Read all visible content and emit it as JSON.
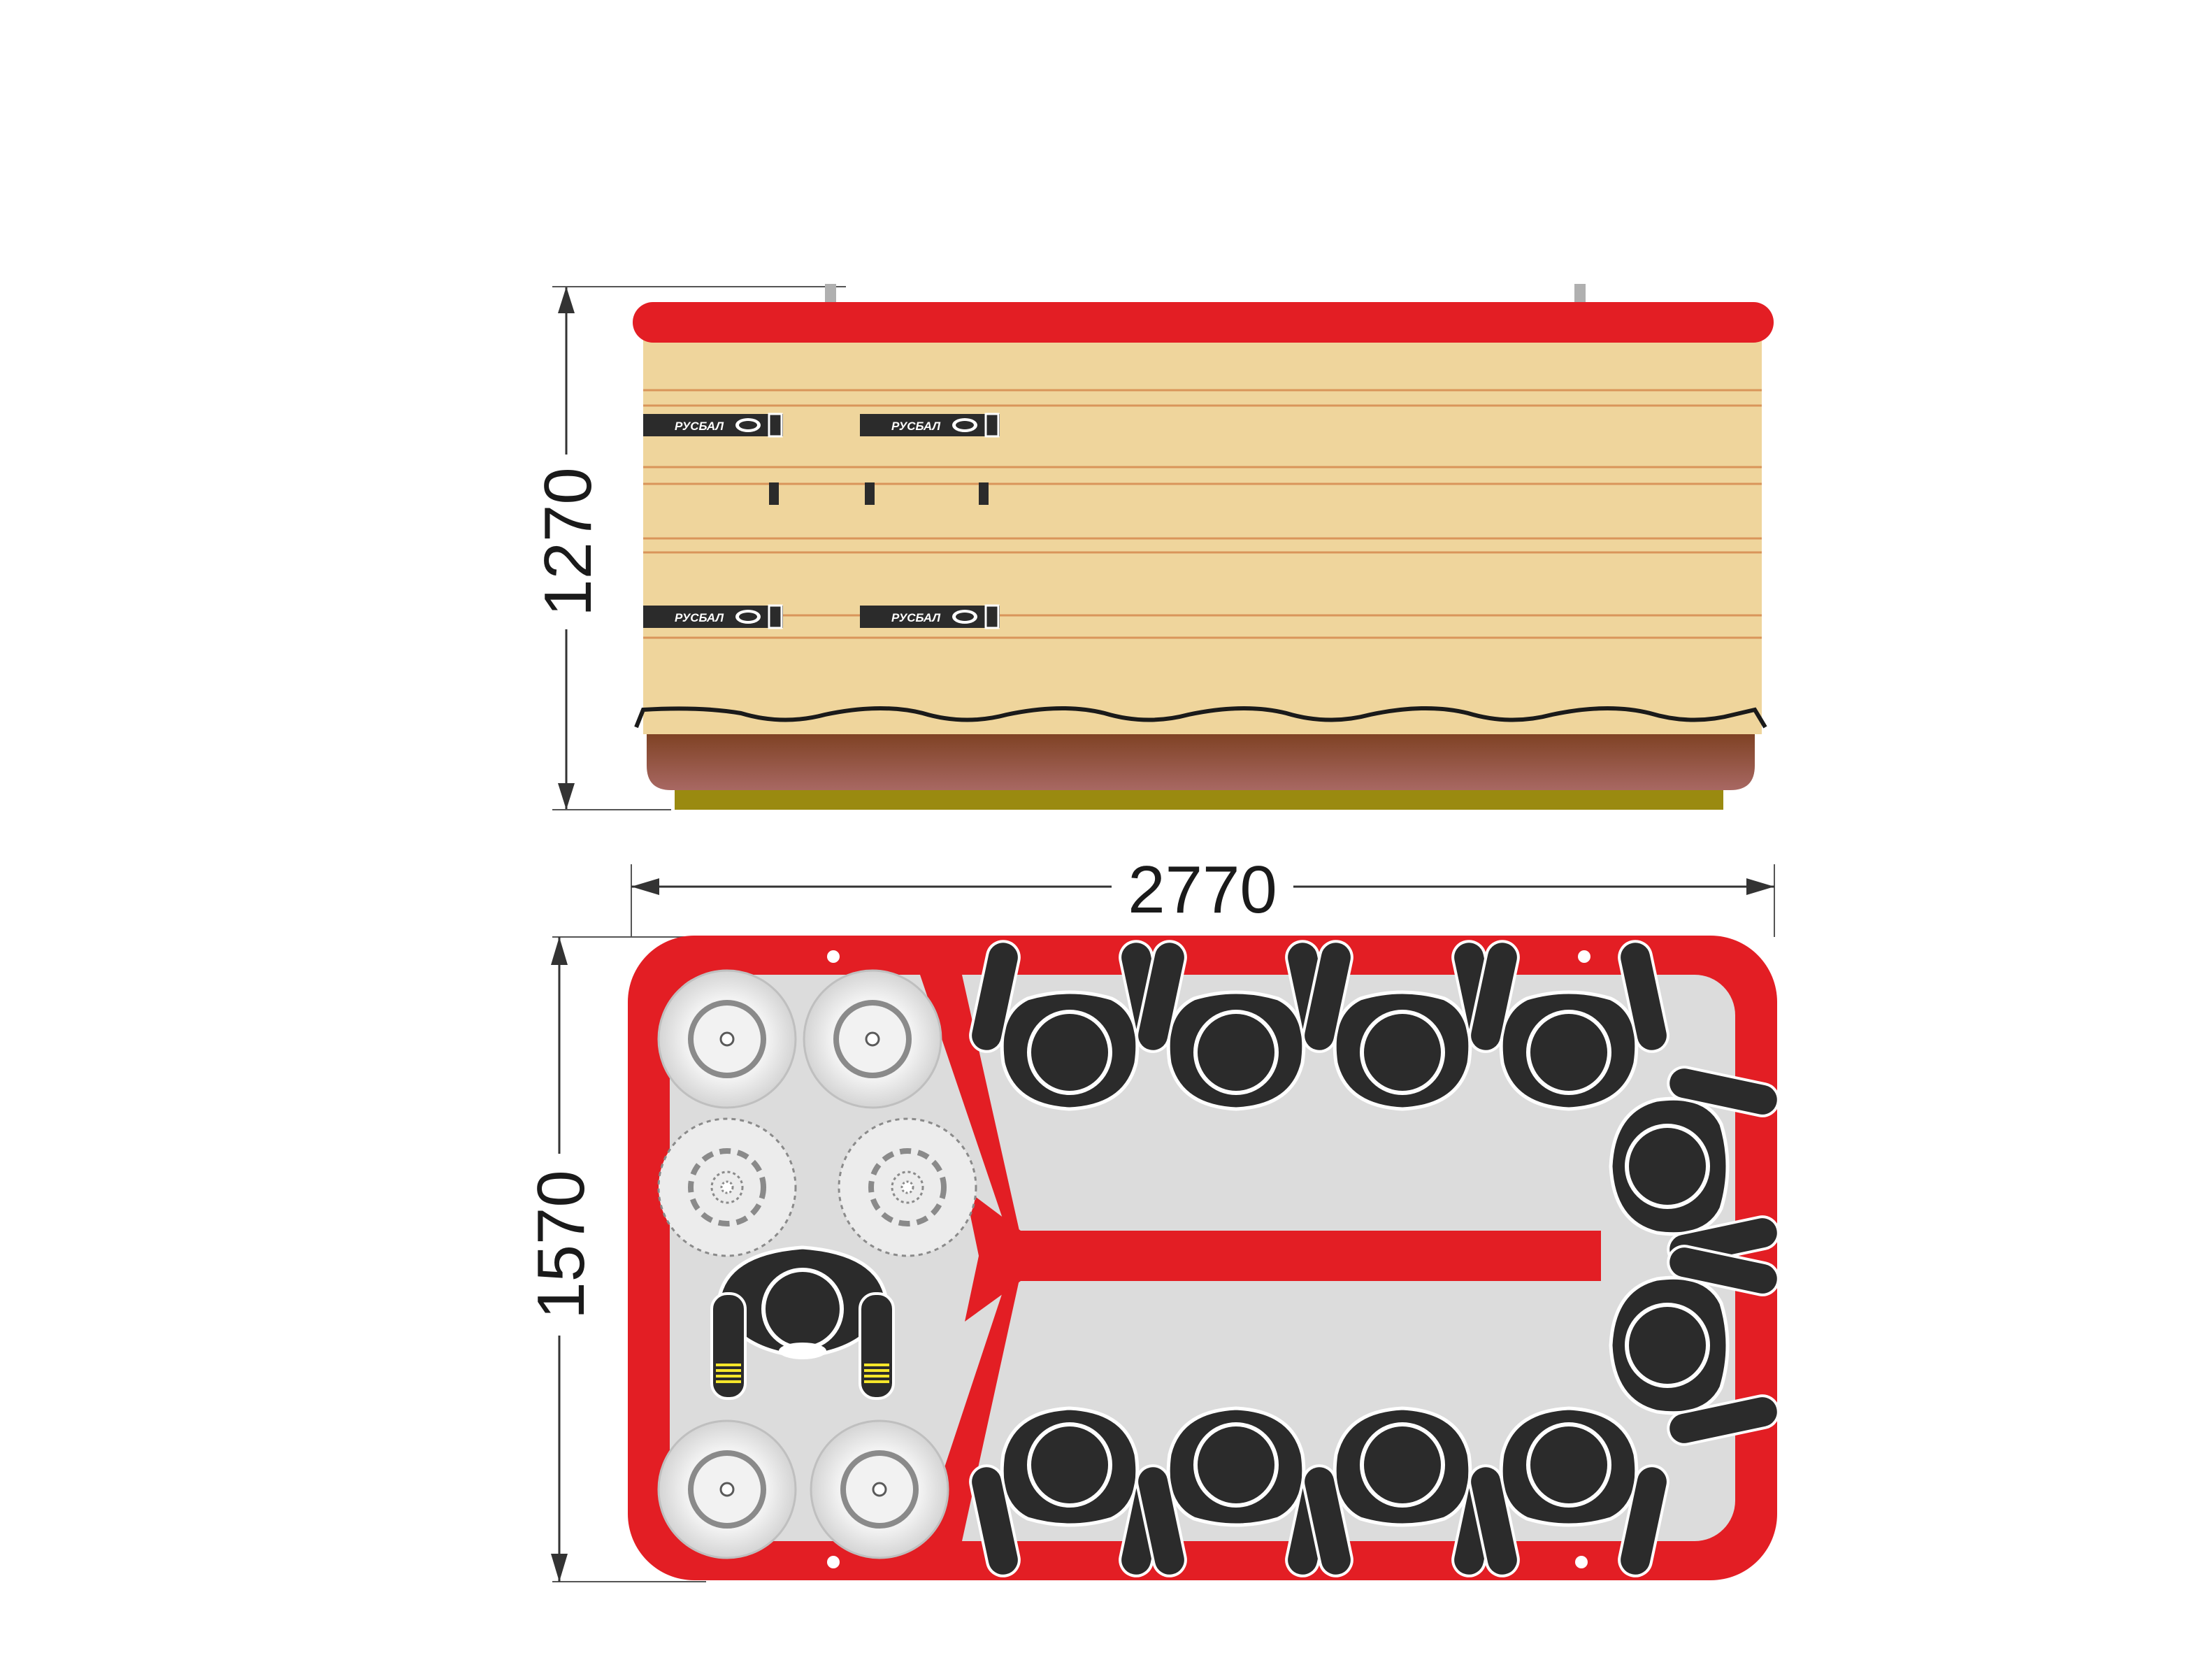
{
  "dimensions": {
    "height_side": "1270",
    "width": "2770",
    "depth_top": "1570"
  },
  "logo": {
    "text": "РУСБАЛ"
  },
  "colors": {
    "rim_red": "#e31e24",
    "wood": "#efd59c",
    "plank_line": "#d9955a",
    "base_top": "#7a3d1c",
    "base_bottom": "#a05f5a",
    "plinth": "#9a8a10",
    "deck_grey": "#dcdcdc",
    "figure": "#2b2b2b",
    "wheel_light": "#ececec",
    "stripe_yellow": "#f5e62a"
  },
  "icons": {
    "rower": "seated-person-icon",
    "driver": "standing-person-icon",
    "wheel": "wheel-icon"
  },
  "diagram_data": {
    "type": "technical-drawing",
    "views": [
      "side-elevation",
      "top-plan"
    ],
    "rowers_top_row": 4,
    "rowers_bottom_row": 4,
    "rowers_stern": 2,
    "drivers": 1,
    "wheels_solid": 4,
    "wheels_dashed": 2
  }
}
